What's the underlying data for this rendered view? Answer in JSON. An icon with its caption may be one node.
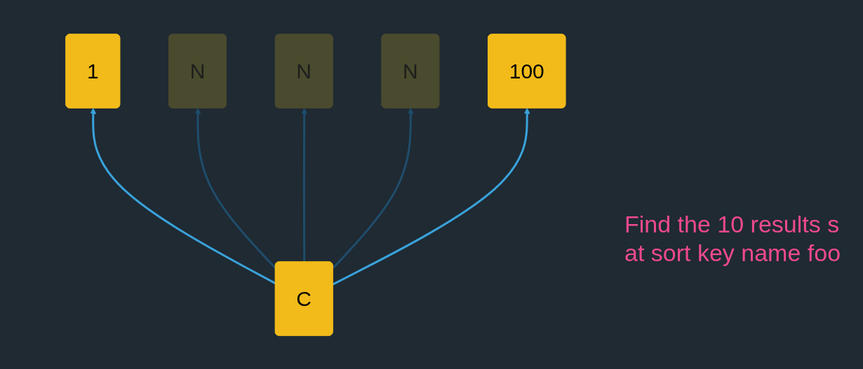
{
  "diagram": {
    "nodes": [
      {
        "text": [
          "1"
        ]
      },
      {
        "text": [
          "N"
        ]
      },
      {
        "text": [
          "N"
        ]
      },
      {
        "text": [
          "N"
        ]
      },
      {
        "text": [
          "100"
        ]
      },
      {
        "text": [
          "C"
        ]
      }
    ],
    "edges": [
      {
        "from": 5,
        "to": 0,
        "arrow": "to",
        "color": "#3aa3db"
      },
      {
        "from": 5,
        "to": 1,
        "arrow": "to"
      },
      {
        "from": 5,
        "to": 2,
        "arrow": "to"
      },
      {
        "from": 5,
        "to": 3,
        "arrow": "to"
      },
      {
        "from": 5,
        "to": 4,
        "arrow": "to",
        "color": "#3aa3db"
      }
    ],
    "labels": [
      "Find the 10 results s at sort key name foo"
    ]
  }
}
